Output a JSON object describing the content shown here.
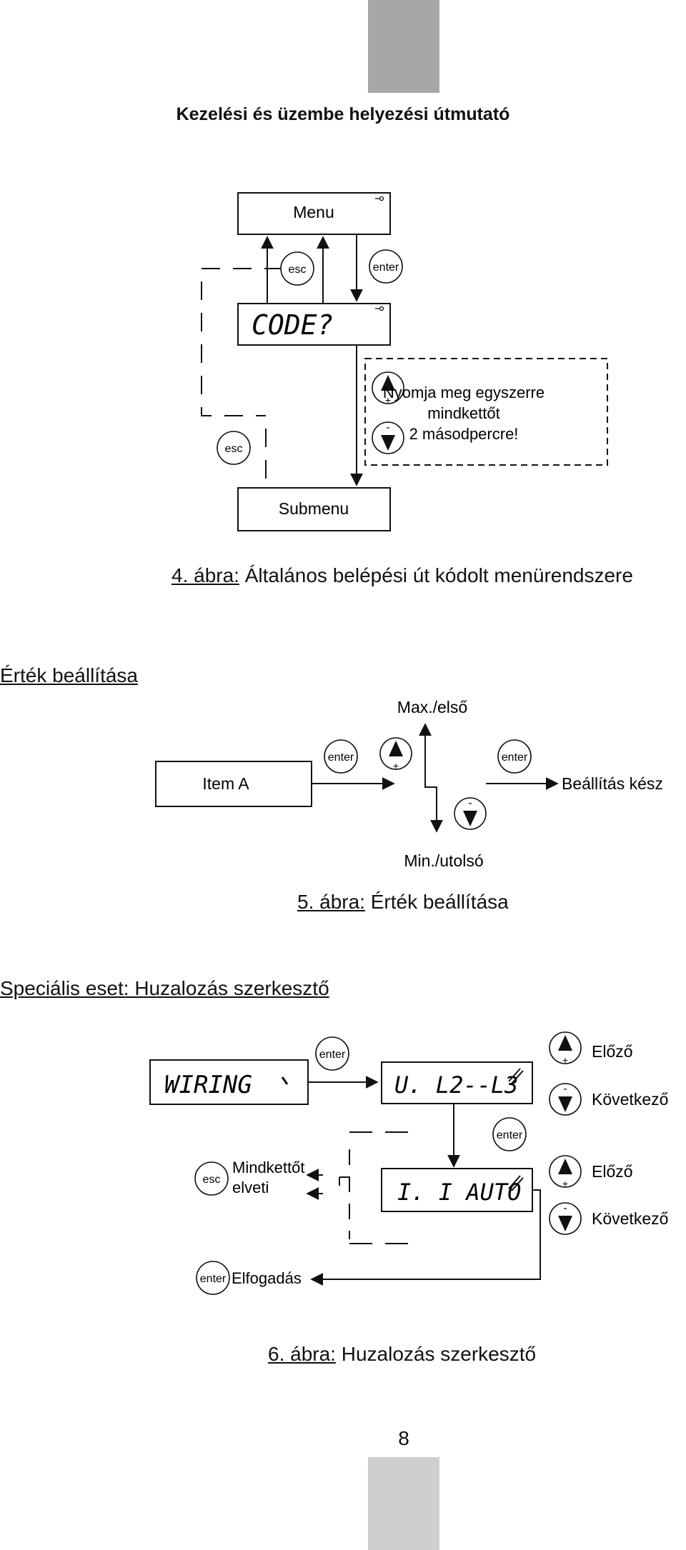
{
  "page": {
    "title": "Kezelési és üzembe helyezési útmutató",
    "page_number": "8"
  },
  "fig4": {
    "menu_label": "Menu",
    "submenu_label": "Submenu",
    "code_display": "CODE?",
    "esc_label": "esc",
    "enter_label": "enter",
    "note_lines": [
      "Nyomja meg egyszerre",
      "mindkettőt",
      "2 másodpercre!"
    ],
    "caption_prefix": "4. ábra:",
    "caption_text": " Általános belépési út kódolt menürendszere"
  },
  "section_value": "Érték beállítása",
  "fig5": {
    "item_label": "Item A",
    "max_label": "Max./első",
    "min_label": "Min./utolsó",
    "done_label": "Beállítás kész",
    "enter_label": "enter",
    "caption_prefix": "5. ábra:",
    "caption_text": " Érték beállítása"
  },
  "section_special": "Speciális eset: Huzalozás szerkesztő",
  "fig6": {
    "wiring_display": "WIRING",
    "l2l3_display": "U. L2--L3",
    "auto_display": "I. I AUTO",
    "prev_label": "Előző",
    "next_label": "Következő",
    "both_discard_lines": [
      "Mindkettőt",
      "elveti"
    ],
    "accept_label": "Elfogadás",
    "enter_label": "enter",
    "esc_label": "esc",
    "caption_prefix": "6. ábra:",
    "caption_text": " Huzalozás szerkesztő"
  },
  "button_signs": {
    "plus": "+",
    "minus": "-"
  }
}
